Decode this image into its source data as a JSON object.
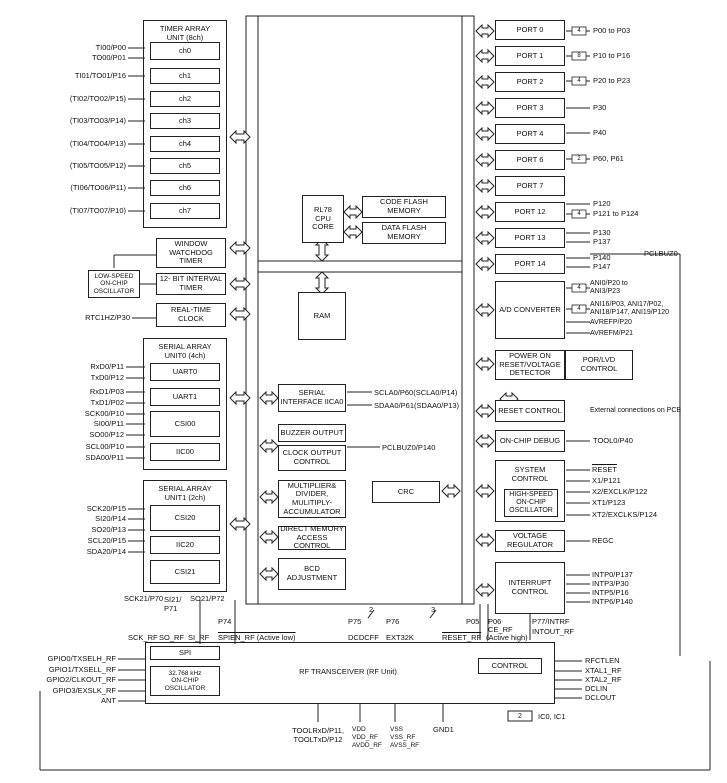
{
  "timer": {
    "title": "TIMER ARRAY\nUNIT (8ch)",
    "channels": [
      "ch0",
      "ch1",
      "ch2",
      "ch3",
      "ch4",
      "ch5",
      "ch6",
      "ch7"
    ],
    "pins": [
      "TI00/P00",
      "TO00/P01",
      "TI01/TO01/P16",
      "(TI02/TO02/P15)",
      "(TI03/TO03/P14)",
      "(TI04/TO04/P13)",
      "(TI05/TO05/P12)",
      "(TI06/TO06/P11)",
      "(TI07/TO07/P10)"
    ]
  },
  "wdt": "WINDOW\nWATCHDOG\nTIMER",
  "lsosc": "LOW-SPEED\nON-CHIP\nOSCILLATOR",
  "it": "12- BIT INTERVAL\nTIMER",
  "rtc": "REAL-TIME\nCLOCK",
  "rtc_pin": "RTC1HZ/P30",
  "sau0": {
    "title": "SERIAL ARRAY\nUNIT0 (4ch)",
    "uart0": "UART0",
    "uart1": "UART1",
    "csi00": "CSI00",
    "iic00": "IIC00",
    "pins": [
      "RxD0/P11",
      "TxD0/P12",
      "RxD1/P03",
      "TxD1/P02",
      "SCK00/P10",
      "SI00/P11",
      "SO00/P12",
      "SCL00/P10",
      "SDA00/P11"
    ]
  },
  "sau1": {
    "title": "SERIAL ARRAY\nUNIT1 (2ch)",
    "csi20": "CSI20",
    "iic20": "IIC20",
    "csi21": "CSI21",
    "pins": [
      "SCK20/P15",
      "SI20/P14",
      "SO20/P13",
      "SCL20/P15",
      "SDA20/P14"
    ],
    "bottom_pins": [
      "SCK21/P70",
      "SI21/\nP71",
      "SO21/P72"
    ]
  },
  "cpu": "RL78\nCPU\nCORE",
  "code_flash": "CODE FLASH MEMORY",
  "data_flash": "DATA FLASH MEMORY",
  "ram": "RAM",
  "iica": "SERIAL\nINTERFACE IICA0",
  "iica_pins": [
    "SCLA0/P60(SCLA0/P14)",
    "SDAA0/P61(SDAA0/P13)"
  ],
  "buzzer": "BUZZER OUTPUT",
  "clkout": "CLOCK OUTPUT\nCONTROL",
  "pclbuz_pin": "PCLBUZ0/P140",
  "mul": "MULTIPLIER&\nDIVIDER,\nMULITIPLY-\nACCUMULATOR",
  "crc": "CRC",
  "dma": "DIRECT MEMORY\nACCESS CONTROL",
  "bcd": "BCD\nADJUSTMENT",
  "ports": [
    {
      "name": "PORT 0",
      "bus": "4",
      "pins": "P00 to P03"
    },
    {
      "name": "PORT 1",
      "bus": "8",
      "pins": "P10 to P16"
    },
    {
      "name": "PORT 2",
      "bus": "4",
      "pins": "P20 to P23"
    },
    {
      "name": "PORT 3",
      "bus": "",
      "pins": "P30"
    },
    {
      "name": "PORT 4",
      "bus": "",
      "pins": "P40"
    },
    {
      "name": "PORT 6",
      "bus": "2",
      "pins": "P60, P61"
    },
    {
      "name": "PORT 7",
      "bus": "",
      "pins": ""
    },
    {
      "name": "PORT 12",
      "bus": "4",
      "pins": "P120"
    },
    {
      "name": "PORT 13",
      "bus": "",
      "pins": "P130"
    },
    {
      "name": "PORT 14",
      "bus": "",
      "pins": "P140"
    }
  ],
  "port12_pin2": "P121 to P124",
  "port13_pin2": "P137",
  "port14_pin2": "P147",
  "pclbuz0": "PCLBUZ0",
  "adc": {
    "name": "A/D CONVERTER",
    "pins": [
      "ANI0/P20 to\nANI3/P23",
      "ANI16/P03, ANI17/P02,\nANI18/P147, ANI19/P120",
      "AVREFP/P20",
      "AVREFM/P21"
    ],
    "bus1": "4",
    "bus2": "4"
  },
  "por": "POWER ON\nRESET/VOLTAGE\nDETECTOR",
  "porlvd": "POR/LVD\nCONTROL",
  "reset_ctl": "RESET CONTROL",
  "ext_conn": "External connections on PCB",
  "ocd": "ON-CHIP DEBUG",
  "tool0": "TOOL0/P40",
  "sysctl": "SYSTEM\nCONTROL",
  "hs_osc": "HIGH-SPEED\nON-CHIP\nOSCILLATOR",
  "sys_pins": [
    "RESET",
    "X1/P121",
    "X2/EXCLK/P122",
    "XT1/P123",
    "XT2/EXCLKS/P124"
  ],
  "vreg": "VOLTAGE\nREGULATOR",
  "regc": "REGC",
  "intc": "INTERRUPT\nCONTROL",
  "intp_pins": [
    "INTP0/P137",
    "INTP3/P30",
    "INTP5/P16",
    "INTP6/P140"
  ],
  "rf": {
    "title": "RF TRANSCEIVER (RF Unit)",
    "spi": "SPI",
    "osc32": "32.768 kHz\nON-CHIP\nOSCILLATOR",
    "control": "CONTROL",
    "left_pins": [
      "GPIO0/TXSELH_RF",
      "GPIO1/TXSELL_RF",
      "GPIO2/CLKOUT_RF",
      "GPIO3/EXSLK_RF",
      "ANT"
    ],
    "right_pins": [
      "RFCTLEN",
      "XTAL1_RF",
      "XTAL2_RF",
      "DCLIN",
      "DCLOUT"
    ],
    "top_labels": [
      "SCK_RF",
      "SO_RF",
      "SI_RF",
      "P74",
      "SPIEN_RF (Active low)",
      "P75",
      "DCDCFF",
      "P76",
      "EXT32K",
      "P05",
      "RESET_RF",
      "P06",
      "CE_RF",
      "(Active high)",
      "P77/INTRF",
      "INTOUT_RF"
    ],
    "bus_2": "2",
    "bus_3": "3",
    "bottom": [
      "TOOLRxD/P11,\nTOOLTxD/P12",
      "VDD\nVDD_RF\nAVDD_RF",
      "VSS\nVSS_RF\nAVSS_RF",
      "GND1"
    ]
  },
  "legend": {
    "num": "2",
    "text": "IC0, IC1"
  }
}
